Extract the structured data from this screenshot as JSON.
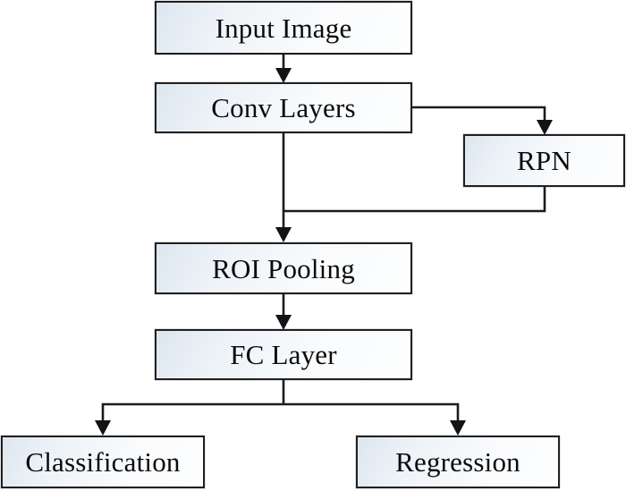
{
  "diagram": {
    "title": "Faster R-CNN architecture flowchart",
    "type": "flowchart",
    "background_color": "#ffffff",
    "node_fill_start": "#dde6ef",
    "node_fill_end": "#fdfefe",
    "node_border_color": "#221f20",
    "connector_color": "#1b1a1c",
    "nodes": [
      {
        "id": "input",
        "label": "Input Image"
      },
      {
        "id": "conv",
        "label": "Conv Layers"
      },
      {
        "id": "rpn",
        "label": "RPN"
      },
      {
        "id": "roi",
        "label": "ROI Pooling"
      },
      {
        "id": "fc",
        "label": "FC Layer"
      },
      {
        "id": "classification",
        "label": "Classification"
      },
      {
        "id": "regression",
        "label": "Regression"
      }
    ],
    "edges": [
      {
        "from": "input",
        "to": "conv",
        "arrow": true
      },
      {
        "from": "conv",
        "to": "rpn",
        "arrow": true
      },
      {
        "from": "conv",
        "to": "roi",
        "arrow": true
      },
      {
        "from": "rpn",
        "to": "roi",
        "arrow": false
      },
      {
        "from": "roi",
        "to": "fc",
        "arrow": true
      },
      {
        "from": "fc",
        "to": "classification",
        "arrow": true
      },
      {
        "from": "fc",
        "to": "regression",
        "arrow": true
      }
    ]
  }
}
